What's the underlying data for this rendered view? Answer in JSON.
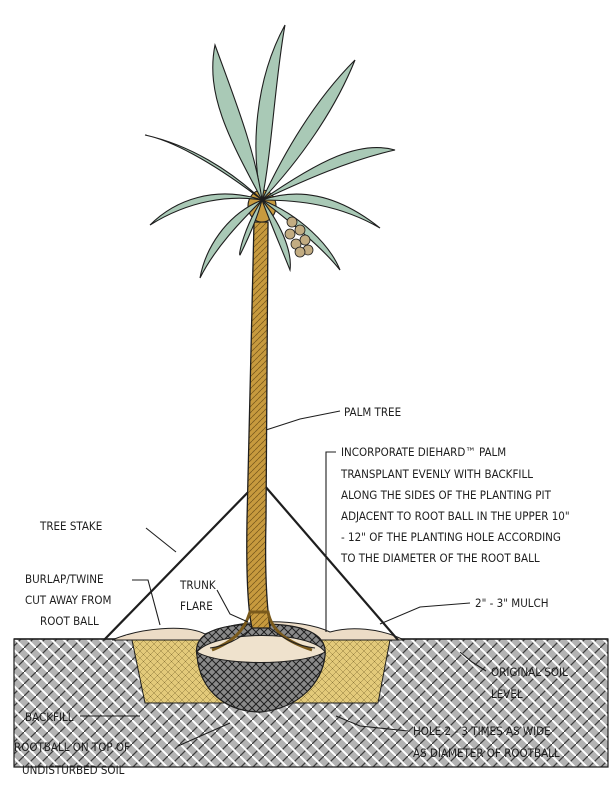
{
  "labels": {
    "palm_tree": "PALM TREE",
    "diehard_1": "INCORPORATE DIEHARD™ PALM",
    "diehard_2": "TRANSPLANT EVENLY WITH BACKFILL",
    "diehard_3": "ALONG THE SIDES OF THE PLANTING PIT",
    "diehard_4": "ADJACENT TO ROOT BALL IN THE UPPER 10\"",
    "diehard_5": "- 12\" OF THE PLANTING HOLE ACCORDING",
    "diehard_6": "TO THE DIAMETER OF THE ROOT BALL",
    "tree_stake": "TREE STAKE",
    "burlap_1": "BURLAP/TWINE",
    "burlap_2": "CUT AWAY FROM",
    "burlap_3": "ROOT BALL",
    "trunk_flare_1": "TRUNK",
    "trunk_flare_2": "FLARE",
    "mulch": "2\" - 3\" MULCH",
    "orig_soil_1": "ORIGINAL SOIL",
    "orig_soil_2": "LEVEL",
    "backfill": "BACKFILL",
    "rootball_1": "ROOTBALL ON TOP OF",
    "rootball_2": "UNDISTURBED SOIL",
    "hole_1": "HOLE 2 - 3 TIMES AS WIDE",
    "hole_2": "AS DIAMETER OF ROOTBALL"
  },
  "colors": {
    "outline": "#1e1e1e",
    "frond": "#a9c9b6",
    "trunk": "#c79a3e",
    "backfill": "#e2c978",
    "soil": "#a8a8a8",
    "mulch": "#ecdcc6",
    "dates": "#c2ac82"
  }
}
